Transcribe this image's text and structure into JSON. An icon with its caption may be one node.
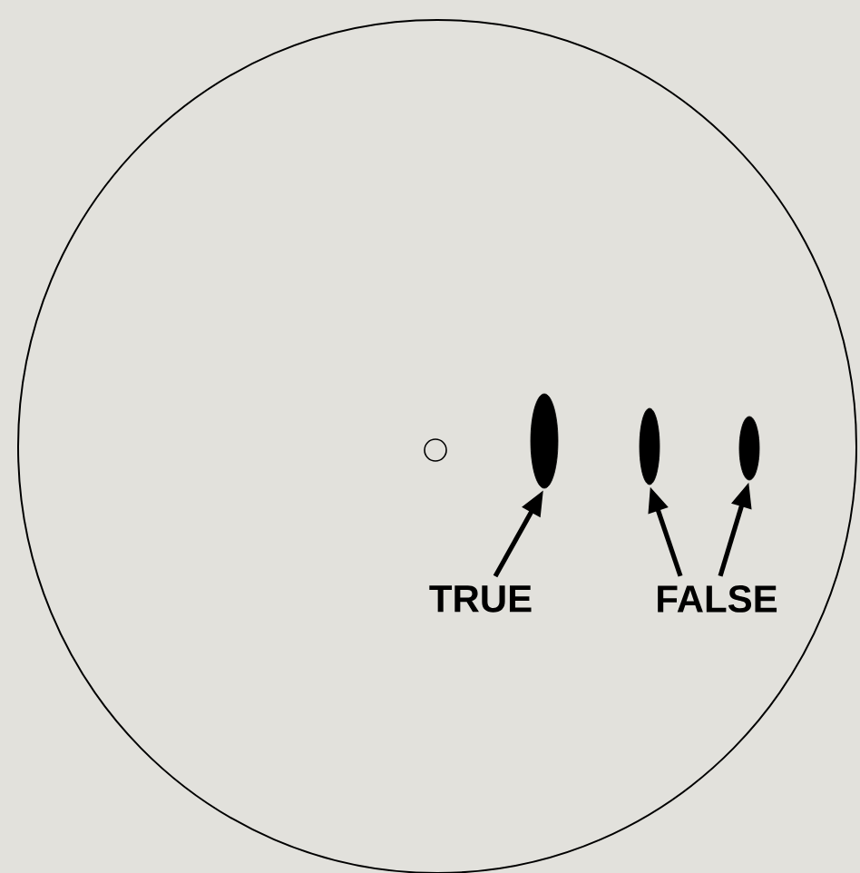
{
  "diagram": {
    "nodes": [
      {
        "text": [],
        "shape": "circle"
      },
      {
        "text": [],
        "shape": "circle",
        "in": 0
      },
      {
        "text": [],
        "shape": "ellipse",
        "in": 0
      },
      {
        "text": [],
        "shape": "ellipse",
        "in": 0
      },
      {
        "text": [],
        "shape": "ellipse",
        "in": 0
      },
      {
        "text": [
          "TRUE"
        ],
        "in": 0
      },
      {
        "text": [
          "FALSE"
        ],
        "in": 0
      }
    ],
    "edges": [
      {
        "from": 5,
        "to": 2,
        "arrow": "to"
      },
      {
        "from": 6,
        "to": 3,
        "arrow": "to"
      },
      {
        "from": 6,
        "to": 4,
        "arrow": "to"
      }
    ]
  }
}
